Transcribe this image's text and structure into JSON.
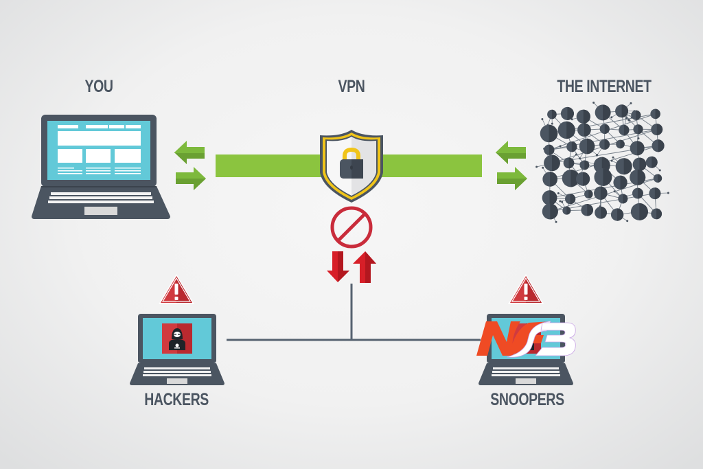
{
  "labels": {
    "you": "YOU",
    "vpn": "VPN",
    "internet": "THE INTERNET",
    "hackers": "HACKERS",
    "snoopers": "SNOOPERS"
  },
  "watermark": {
    "text": "NFB"
  },
  "colors": {
    "tunnel_green": "#8bc43f",
    "arrow_green": "#7db93c",
    "laptop_body": "#4b5561",
    "screen_blue": "#62c9d8",
    "alert_red": "#c8202b",
    "shield_gold": "#f0c419",
    "warning_red": "#d03a3f",
    "node_dark": "#434c57"
  },
  "icons": {
    "you_device": "laptop-icon",
    "vpn": "shield-lock-icon",
    "internet": "network-nodes-icon",
    "blocked": "prohibited-icon",
    "blocked_traffic": "up-down-arrows-icon",
    "warning": "warning-triangle-icon",
    "hacker": "hacker-icon"
  }
}
